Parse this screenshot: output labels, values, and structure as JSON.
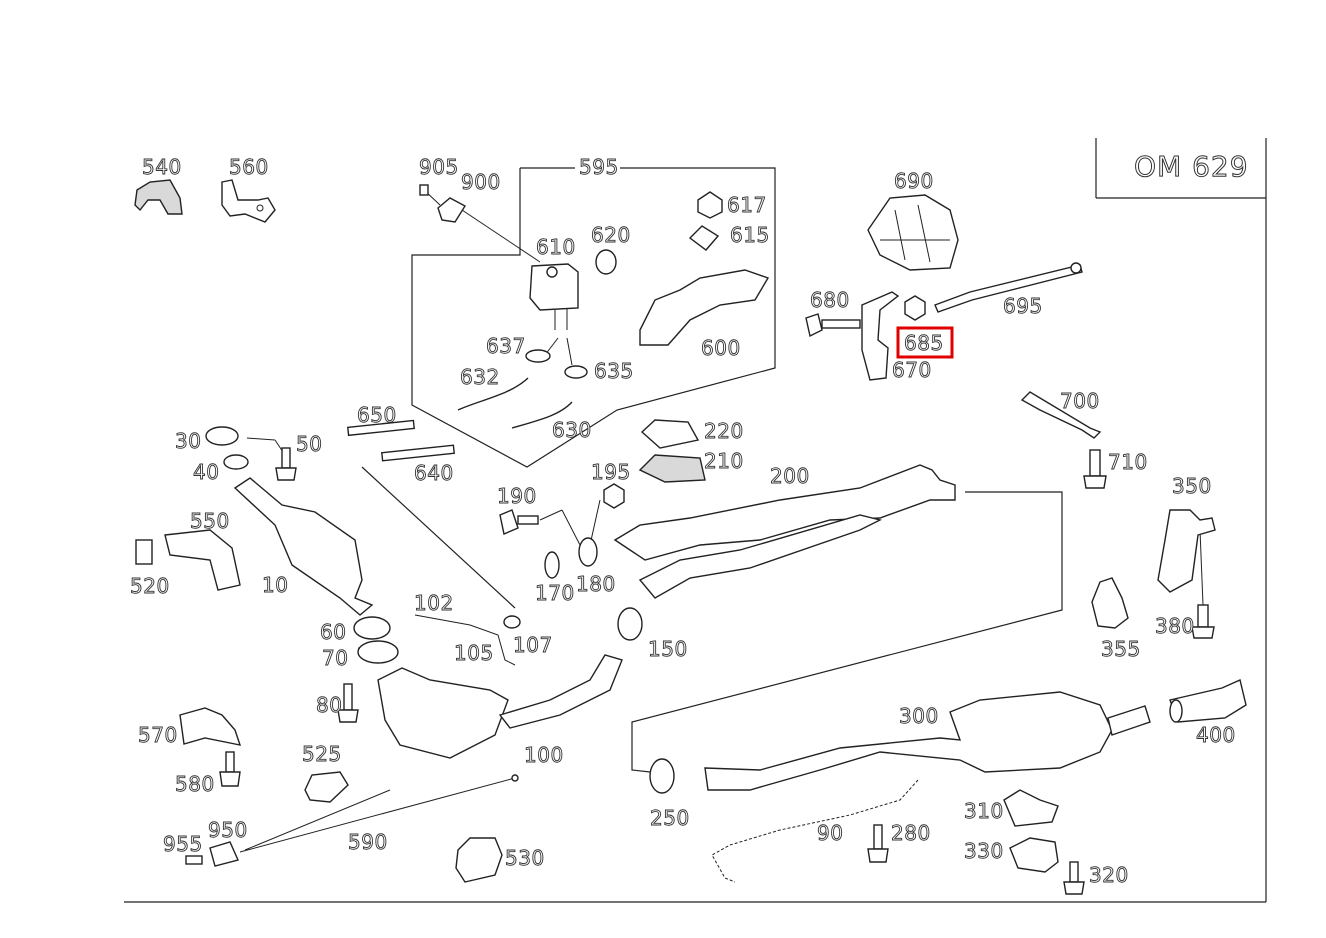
{
  "title": "OM 629",
  "highlight_color": "#e00000",
  "highlighted_part": "685",
  "parts": [
    "540",
    "560",
    "905",
    "900",
    "595",
    "610",
    "620",
    "617",
    "615",
    "690",
    "680",
    "695",
    "685",
    "670",
    "637",
    "635",
    "632",
    "600",
    "630",
    "650",
    "700",
    "30",
    "50",
    "220",
    "40",
    "640",
    "210",
    "710",
    "195",
    "200",
    "190",
    "350",
    "550",
    "10",
    "170",
    "180",
    "520",
    "102",
    "60",
    "107",
    "150",
    "105",
    "355",
    "380",
    "70",
    "80",
    "300",
    "400",
    "570",
    "525",
    "100",
    "580",
    "250",
    "310",
    "950",
    "590",
    "955",
    "90",
    "280",
    "330",
    "530",
    "320"
  ]
}
